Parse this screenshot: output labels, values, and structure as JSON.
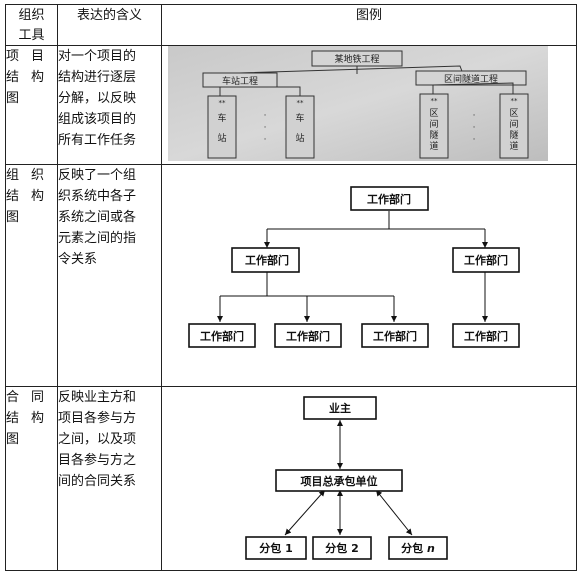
{
  "header": {
    "tool": [
      "组织",
      "工具"
    ],
    "meaning": "表达的含义",
    "example": "图例"
  },
  "rows": [
    {
      "tool_lines": [
        [
          "项",
          "目"
        ],
        [
          "结",
          "构"
        ],
        [
          "图",
          ""
        ]
      ],
      "meaning_lines": [
        "对一个项目的",
        "结构进行逐层",
        "分解，以反映",
        "组成该项目的",
        "所有工作任务"
      ]
    },
    {
      "tool_lines": [
        [
          "组",
          "织"
        ],
        [
          "结",
          "构"
        ],
        [
          "图",
          ""
        ]
      ],
      "meaning_lines": [
        "反映了一个组",
        "织系统中各子",
        "系统之间或各",
        "元素之间的指",
        "令关系"
      ]
    },
    {
      "tool_lines": [
        [
          "合",
          "同"
        ],
        [
          "结",
          "构"
        ],
        [
          "图",
          ""
        ]
      ],
      "meaning_lines": [
        "反映业主方和",
        "项目各参与方",
        "之间，以及项",
        "目各参与方之",
        "间的合同关系"
      ]
    }
  ],
  "project_diagram": {
    "root": "某地铁工程",
    "left": "车站工程",
    "right": "区间隧道工程",
    "leaf_station": "车站",
    "leaf_tunnel": "区间隧道",
    "leaf_mark": "**",
    "ellipsis": "·  ·  ·"
  },
  "org_diagram": {
    "node": "工作部门"
  },
  "contract_diagram": {
    "owner": "业主",
    "contractor": "项目总承包单位",
    "sub1": "分包 1",
    "sub2": "分包 2",
    "subn_prefix": "分包 ",
    "subn_suffix": "n"
  }
}
